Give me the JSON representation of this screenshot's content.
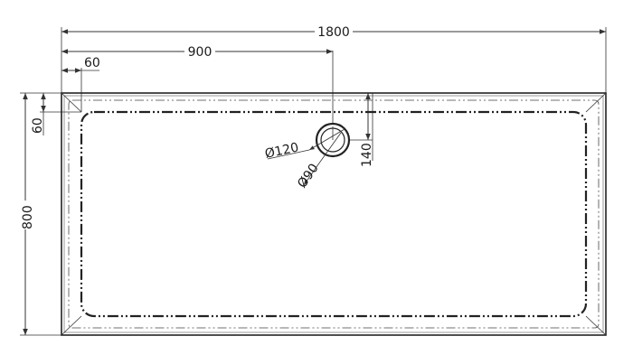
{
  "drawing": {
    "dimensions": {
      "overall_length": "1800",
      "center_offset": "900",
      "edge_offset_x": "60",
      "edge_offset_y": "60",
      "overall_width": "800",
      "waste_offset": "140",
      "outer_diameter": "120",
      "inner_diameter": "90",
      "diameter_symbol": "Ø"
    }
  }
}
